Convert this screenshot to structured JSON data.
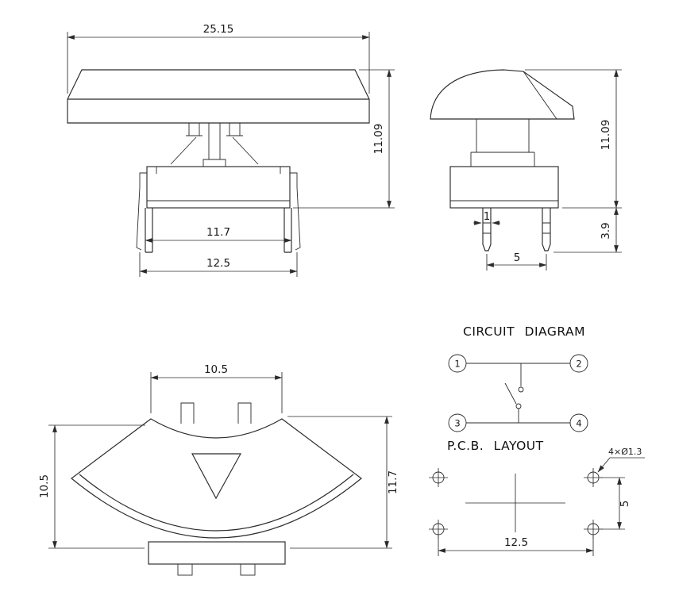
{
  "drawing": {
    "front_view": {
      "dim_cap_width": "25.15",
      "dim_total_height": "11.09",
      "dim_leg_span": "11.7",
      "dim_clip_span": "12.5"
    },
    "side_view": {
      "dim_total_height": "11.09",
      "dim_pin_length": "3.9",
      "dim_pin_pitch": "5",
      "dim_pin_width": "1"
    },
    "top_view": {
      "dim_cap_top_width": "10.5",
      "dim_cap_depth": "10.5",
      "dim_cap_width": "11.7"
    },
    "circuit_diagram": {
      "title": "CIRCUIT DIAGRAM",
      "terminals": [
        "1",
        "2",
        "3",
        "4"
      ]
    },
    "pcb_layout": {
      "title": "P.C.B. LAYOUT",
      "hole_callout": "4×Ø1.3",
      "dim_pitch_x": "12.5",
      "dim_pitch_y": "5"
    }
  }
}
